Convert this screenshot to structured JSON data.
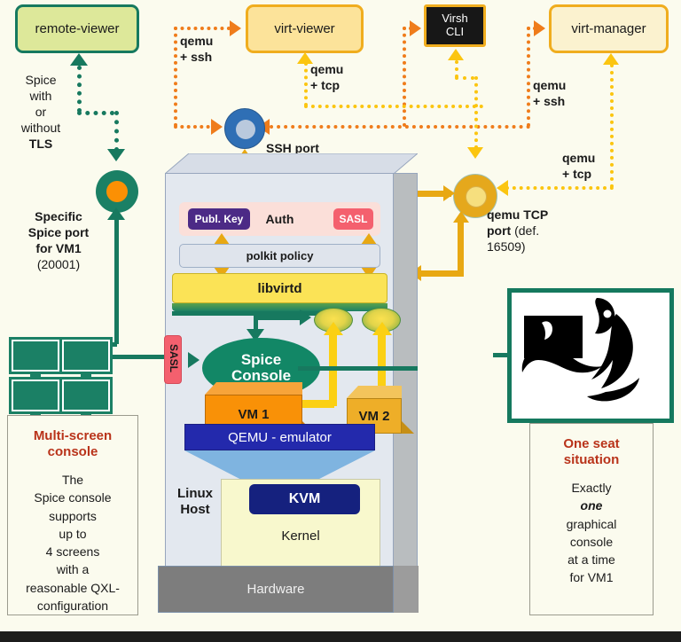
{
  "title": "libvirt / SPICE remote access architecture",
  "colors": {
    "bg": "#fbfbee",
    "green": "#17795f",
    "orange_dotted": "#ef7c1b",
    "yellow_dotted": "#fbc510",
    "yellow_solid": "#e8a813",
    "bright_yellow": "#fbd014",
    "blue_ssh": "#2f6fb5",
    "spice_orange": "#fb9004",
    "tcp_gold": "#e5a81c",
    "caption_title": "#b9331a"
  },
  "clients": {
    "remote_viewer": "remote-viewer",
    "virt_viewer": "virt-viewer",
    "virsh_cli": "Virsh\nCLI",
    "virsh_cli_line1": "Virsh",
    "virsh_cli_line2": "CLI",
    "virt_manager": "virt-manager"
  },
  "edge_labels": {
    "spice_tls_line1": "Spice",
    "spice_tls_line2": "with",
    "spice_tls_line3": "or",
    "spice_tls_line4": "without",
    "spice_tls_line5": "TLS",
    "qemu_ssh_viewer": "qemu\n+ ssh",
    "qemu_tcp_viewer": "qemu\n+ tcp",
    "qemu_ssh_manager": "qemu\n+ ssh",
    "qemu_tcp_manager": "qemu\n+ tcp"
  },
  "ports": {
    "ssh_port_label": "SSH port",
    "spice_port_title": "Specific\nSpice port\nfor VM1",
    "spice_port_line1": "Specific",
    "spice_port_line2": "Spice port",
    "spice_port_line3": "for VM1",
    "spice_port_number": "(20001)",
    "qemu_tcp_port_bold": "qemu TCP port",
    "qemu_tcp_port_bold1": "qemu TCP",
    "qemu_tcp_port_bold2": "port",
    "qemu_tcp_port_rest": " (def. 16509)",
    "qemu_tcp_port_rest1": "(def.",
    "qemu_tcp_port_rest2": "16509)"
  },
  "host": {
    "auth_label": "Auth",
    "publ_key": "Publ. Key",
    "sasl": "SASL",
    "sasl_side": "SASL",
    "polkit_policy": "polkit policy",
    "libvirtd": "libvirtd",
    "spice_console_line1": "Spice",
    "spice_console_line2": "Console",
    "vm1": "VM 1",
    "vm2": "VM 2",
    "qemu_emulator": "QEMU - emulator",
    "kvm": "KVM",
    "kernel": "Kernel",
    "linux_host_line1": "Linux",
    "linux_host_line2": "Host",
    "hardware": "Hardware"
  },
  "captions": {
    "multiscreen": {
      "title_line1": "Multi-screen",
      "title_line2": "console",
      "body": "The\nSpice console\nsupports\nup to\n4 screens\nwith a\nreasonable QXL-\nconfiguration"
    },
    "oneseat": {
      "title_line1": "One seat",
      "title_line2": "situation",
      "body_pre": "Exactly",
      "body_em": "one",
      "body_post": "graphical\nconsole\nat a time\nfor VM1"
    }
  }
}
